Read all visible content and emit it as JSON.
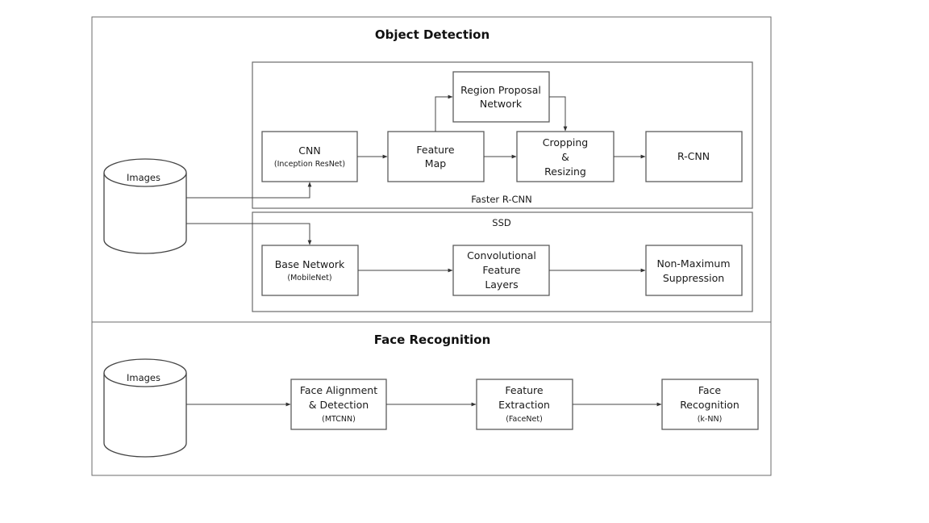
{
  "object_detection": {
    "title": "Object Detection",
    "images_label": "Images",
    "faster_rcnn": {
      "label": "Faster R-CNN",
      "cnn": {
        "line1": "CNN",
        "sub": "(Inception ResNet)"
      },
      "feature_map": {
        "line1": "Feature",
        "line2": "Map"
      },
      "rpn": {
        "line1": "Region Proposal",
        "line2": "Network"
      },
      "cropping": {
        "line1": "Cropping",
        "line2": "&",
        "line3": "Resizing"
      },
      "rcnn": {
        "line1": "R-CNN"
      }
    },
    "ssd": {
      "label": "SSD",
      "base_network": {
        "line1": "Base Network",
        "sub": "(MobileNet)"
      },
      "conv_layers": {
        "line1": "Convolutional",
        "line2": "Feature",
        "line3": "Layers"
      },
      "nms": {
        "line1": "Non-Maximum",
        "line2": "Suppression"
      }
    }
  },
  "face_recognition": {
    "title": "Face Recognition",
    "images_label": "Images",
    "alignment": {
      "line1": "Face Alignment",
      "line2": "& Detection",
      "sub": "(MTCNN)"
    },
    "extraction": {
      "line1": "Feature",
      "line2": "Extraction",
      "sub": "(FaceNet)"
    },
    "recognition": {
      "line1": "Face",
      "line2": "Recognition",
      "sub": "(k-NN)"
    }
  }
}
